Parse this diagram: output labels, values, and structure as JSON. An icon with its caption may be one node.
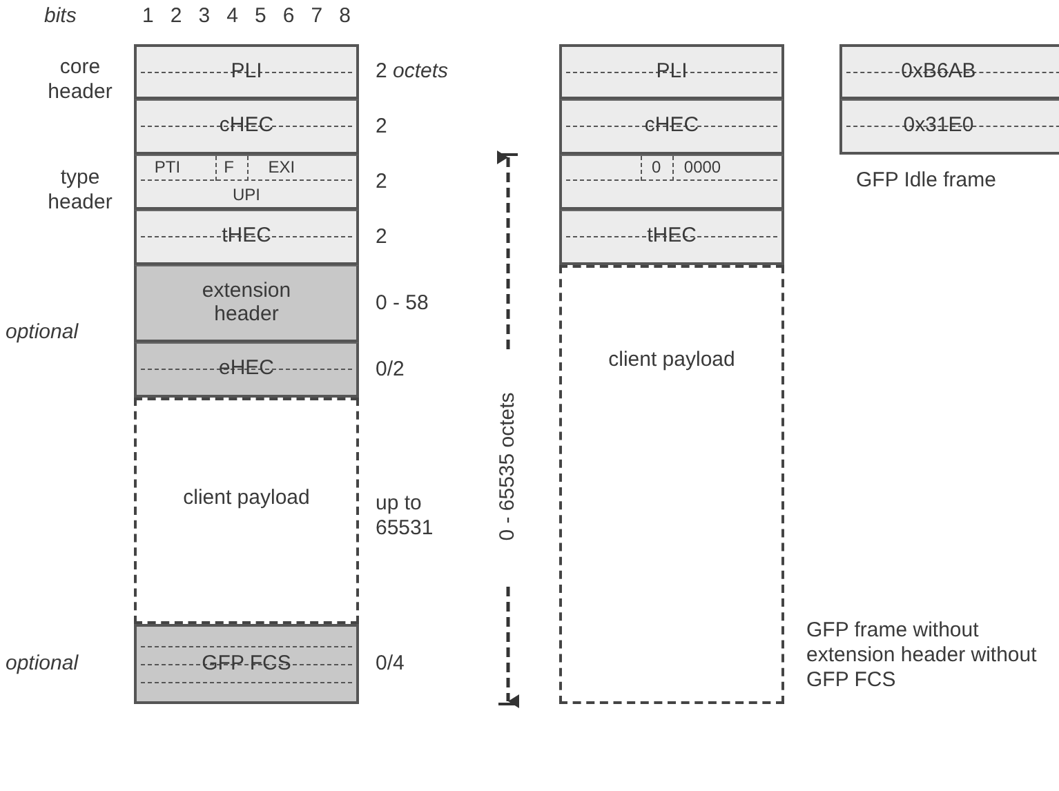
{
  "diagram": {
    "nodes": [
      {
        "text": [
          "PLI"
        ]
      },
      {
        "text": [
          "cHEC"
        ]
      },
      {
        "text": [
          "PTI",
          "F",
          "EXI",
          "UPI"
        ]
      },
      {
        "text": [
          "tHEC"
        ]
      },
      {
        "text": [
          "extension header"
        ]
      },
      {
        "text": [
          "eHEC"
        ]
      },
      {
        "text": [
          "client payload"
        ]
      },
      {
        "text": [
          "GFP FCS"
        ]
      },
      {
        "text": [
          "PLI"
        ]
      },
      {
        "text": [
          "cHEC"
        ]
      },
      {
        "text": [
          "0",
          "0000"
        ]
      },
      {
        "text": [
          "tHEC"
        ]
      },
      {
        "text": [
          "client payload"
        ]
      },
      {
        "text": [
          "0xB6AB"
        ]
      },
      {
        "text": [
          "0x31E0"
        ]
      }
    ],
    "labels": [
      "*bits*",
      "1",
      "2",
      "3",
      "4",
      "5",
      "6",
      "7",
      "8",
      "core header",
      "2 *octets*",
      "2",
      "type header",
      "2",
      "2",
      "*optional*",
      "0 - 58",
      "0/2",
      "0 - 65535 octets",
      "up to 65531",
      "*optional*",
      "0/4",
      "GFP Idle frame",
      "GFP frame without extension header without GFP FCS"
    ]
  }
}
